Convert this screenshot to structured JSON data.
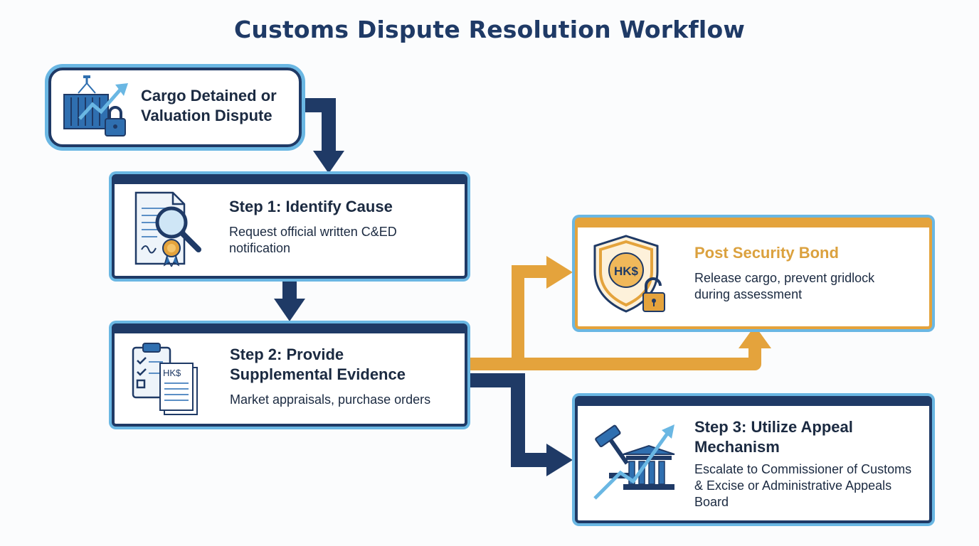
{
  "title": "Customs Dispute Resolution Workflow",
  "nodes": {
    "start": {
      "title": "Cargo Detained or Valuation Dispute",
      "icon": "locked-container-rising-chart-icon"
    },
    "step1": {
      "title": "Step 1: Identify Cause",
      "description": "Request official written C&ED notification",
      "icon": "document-magnifier-seal-icon"
    },
    "step2": {
      "title": "Step 2: Provide Supplemental Evidence",
      "description": "Market appraisals, purchase orders",
      "icon": "clipboard-checklist-invoice-icon",
      "icon_text": "HK$"
    },
    "bond": {
      "title": "Post Security Bond",
      "description": "Release cargo, prevent gridlock during assessment",
      "icon": "shield-padlock-icon",
      "icon_text": "HK$"
    },
    "step3": {
      "title": "Step 3: Utilize Appeal Mechanism",
      "description": "Escalate to Commissioner of Customs & Excise or Administrative Appeals Board",
      "icon": "gavel-courthouse-chart-icon"
    }
  },
  "edges": [
    {
      "from": "start",
      "to": "step1",
      "color": "#1f3a66"
    },
    {
      "from": "step1",
      "to": "step2",
      "color": "#1f3a66"
    },
    {
      "from": "step2",
      "to": "bond",
      "color": "#e4a33c"
    },
    {
      "from": "step2",
      "to": "step3",
      "color": "#1f3a66"
    }
  ],
  "colors": {
    "navy": "#1f3a66",
    "light_blue": "#6ab7e3",
    "gold": "#e4a33c",
    "icon_blue": "#2f6fb0"
  }
}
